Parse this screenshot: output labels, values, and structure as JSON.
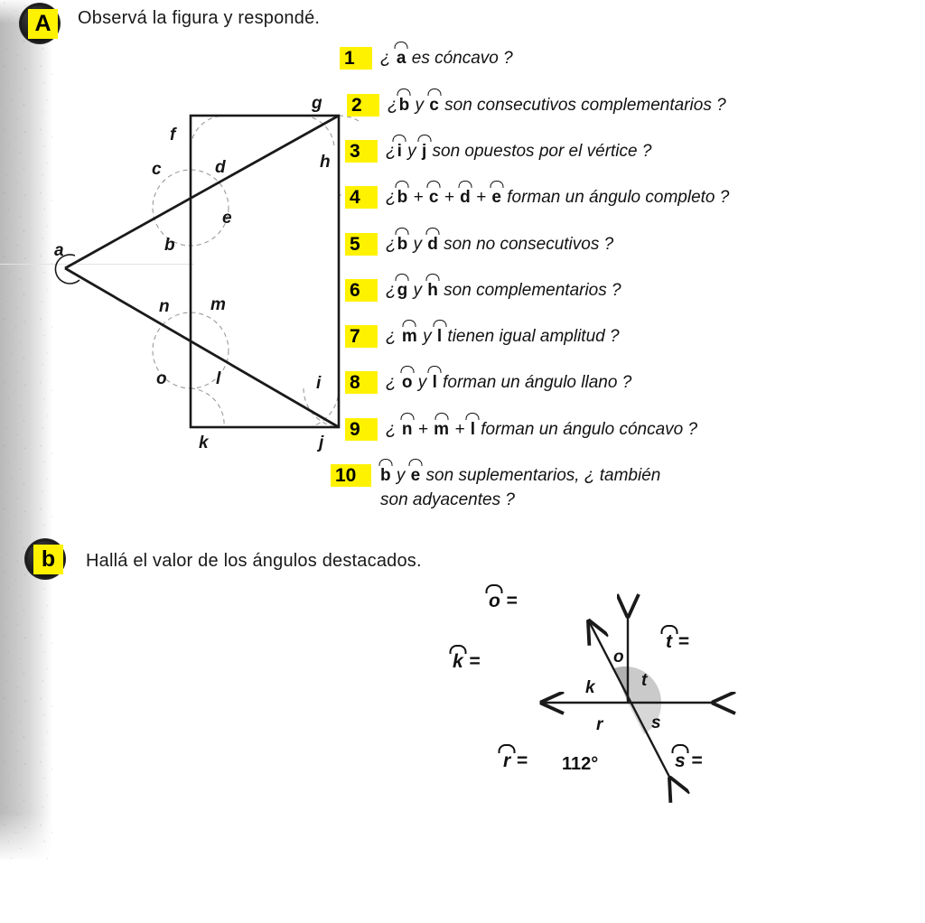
{
  "page": {
    "background": "#ffffff",
    "highlight_color": "#FFF200",
    "ink_color": "#111111"
  },
  "section_a": {
    "badge": "A",
    "title": "Observá la figura y respondé.",
    "questions": [
      {
        "number": "1",
        "text_parts": [
          "¿ ",
          "a",
          " es cóncavo ?"
        ]
      },
      {
        "number": "2",
        "text_parts": [
          "¿ ",
          "b",
          " y ",
          "c",
          " son consecutivos complementarios ?"
        ]
      },
      {
        "number": "3",
        "text_parts": [
          "¿ ",
          "i",
          " y ",
          "j",
          " son opuestos por el vértice ?"
        ]
      },
      {
        "number": "4",
        "text_parts": [
          "¿ ",
          "b",
          " + ",
          "c",
          " + ",
          "d",
          " + ",
          "e",
          " forman un ángulo completo ?"
        ]
      },
      {
        "number": "5",
        "text_parts": [
          "¿ ",
          "b",
          " y ",
          "d",
          " son no consecutivos ?"
        ]
      },
      {
        "number": "6",
        "text_parts": [
          "¿ ",
          "g",
          " y ",
          "h",
          " son complementarios ?"
        ]
      },
      {
        "number": "7",
        "text_parts": [
          "¿ ",
          "m",
          " y ",
          "l",
          " tienen igual amplitud ?"
        ]
      },
      {
        "number": "8",
        "text_parts": [
          "¿ ",
          "o",
          " y ",
          "l",
          " forman un ángulo llano ?"
        ]
      },
      {
        "number": "9",
        "text_parts": [
          "¿ ",
          "n",
          " + ",
          "m",
          " + ",
          "l",
          " forman un ángulo cóncavo ?"
        ]
      },
      {
        "number": "10",
        "text_parts": [
          "",
          "b",
          " y ",
          "e",
          " son suplementarios, ¿ también"
        ],
        "continuation": "son adyacentes ?"
      }
    ],
    "figure": {
      "description": "Rectángulo con dos diagonales que parten del vértice a situado a la izquierda",
      "vertex_labels": [
        "a",
        "b",
        "c",
        "d",
        "e",
        "f",
        "g",
        "h",
        "i",
        "j",
        "k",
        "l",
        "m",
        "n",
        "o"
      ]
    }
  },
  "section_b": {
    "badge": "b",
    "title": "Hallá el valor de los ángulos destacados.",
    "answers": [
      {
        "symbol": "o",
        "label": "="
      },
      {
        "symbol": "k",
        "label": "="
      },
      {
        "symbol": "t",
        "label": "="
      },
      {
        "symbol": "r",
        "label": "="
      },
      {
        "symbol": "s",
        "label": "="
      }
    ],
    "given_value": "112°",
    "diagram_labels": [
      "o",
      "k",
      "t",
      "r",
      "s"
    ]
  }
}
